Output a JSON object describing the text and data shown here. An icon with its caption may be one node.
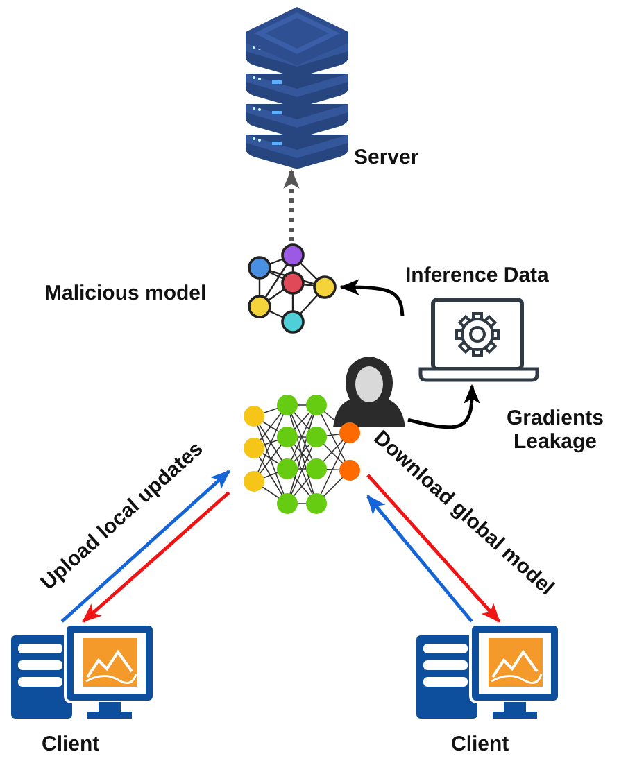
{
  "diagram": {
    "nodes": [
      {
        "text": [
          "Server"
        ]
      },
      {
        "text": [
          "Malicious model"
        ]
      },
      {
        "text": [
          "Inference Data"
        ]
      },
      {
        "text": [],
        "shape": "person"
      },
      {
        "text": [],
        "shape": "picture"
      },
      {
        "text": [
          "Client"
        ]
      },
      {
        "text": [
          "Client"
        ]
      }
    ],
    "edges": [
      {
        "from": 1,
        "to": 0,
        "arrow": "to",
        "style": "dashed",
        "color": "#555555"
      },
      {
        "from": 2,
        "to": 1,
        "arrow": "to"
      },
      {
        "from": 3,
        "to": 2,
        "arrow": "to",
        "label": "Gradients Leakage"
      },
      {
        "from": 5,
        "to": 4,
        "arrow": "to",
        "color": "#1565d8",
        "label": "Upload local updates"
      },
      {
        "from": 4,
        "to": 5,
        "arrow": "to",
        "color": "#f01414"
      },
      {
        "from": 6,
        "to": 4,
        "arrow": "to",
        "color": "#1565d8"
      },
      {
        "from": 4,
        "to": 6,
        "arrow": "to",
        "color": "#f01414",
        "label": "Download global model"
      }
    ]
  }
}
